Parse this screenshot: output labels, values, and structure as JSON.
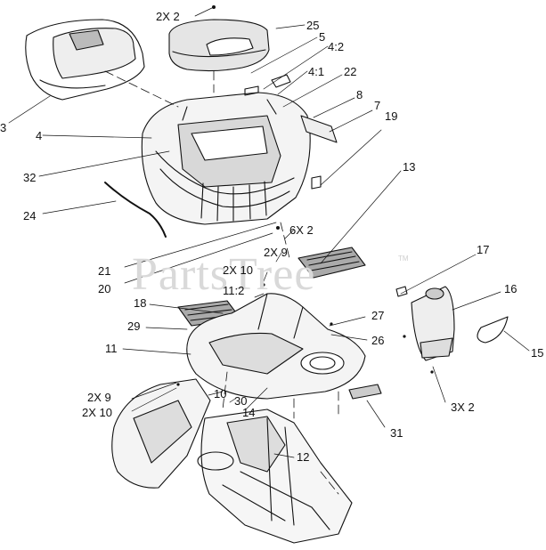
{
  "watermark": {
    "text": "PartsTree",
    "tm": "TM"
  },
  "callouts": [
    "2X 2",
    "25",
    "5",
    "4:2",
    "4:1",
    "22",
    "8",
    "7",
    "19",
    "3",
    "4",
    "32",
    "24",
    "13",
    "6X 2",
    "2X 9",
    "2X 10",
    "11:2",
    "21",
    "20",
    "17",
    "16",
    "18",
    "29",
    "27",
    "26",
    "15",
    "11",
    "2X 9",
    "2X 10",
    "10",
    "30",
    "14",
    "3X 2",
    "31",
    "12"
  ],
  "colors": {
    "line": "#111111",
    "watermark": "#d9d9d9"
  }
}
